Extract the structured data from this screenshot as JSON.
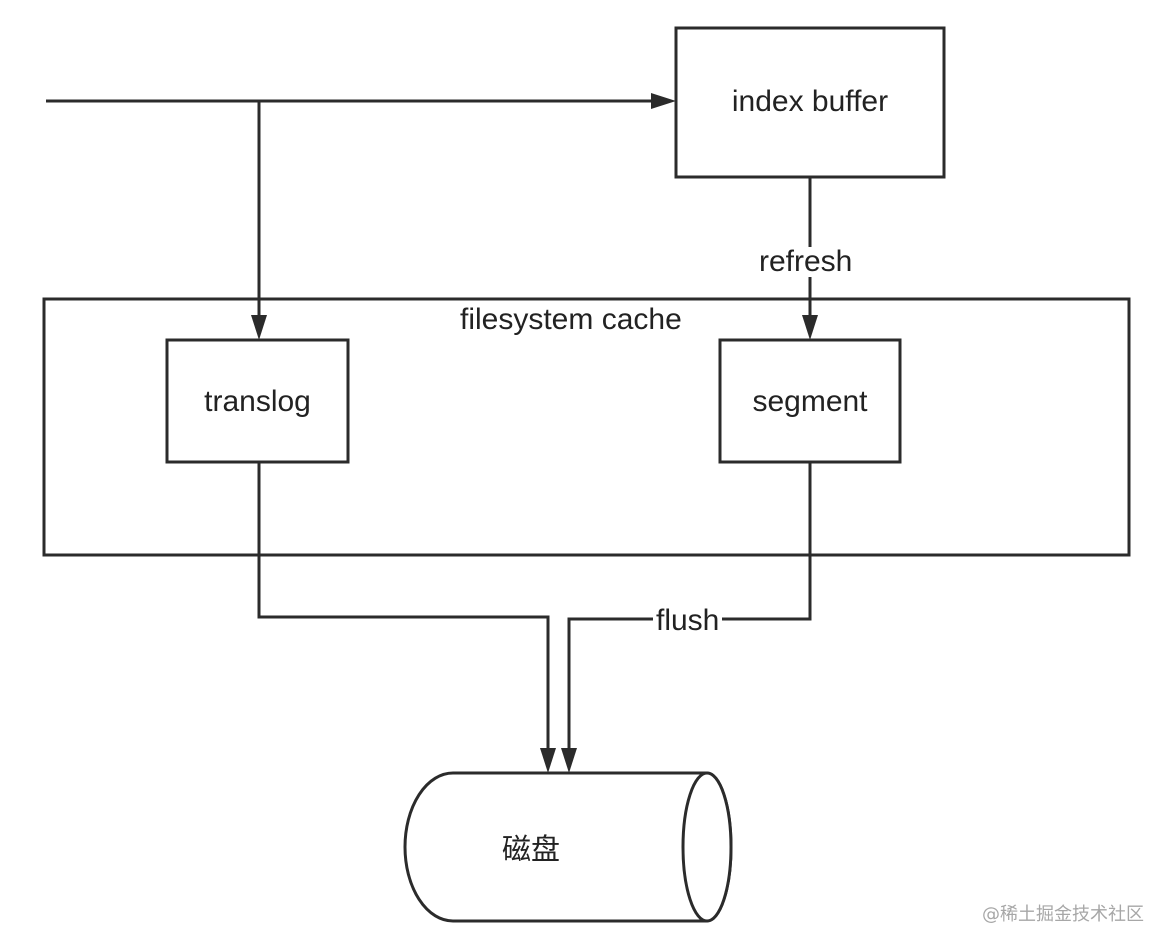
{
  "nodes": {
    "index_buffer": "index buffer",
    "filesystem_cache": "filesystem cache",
    "translog": "translog",
    "segment": "segment",
    "disk": "磁盘"
  },
  "edges": {
    "refresh": "refresh",
    "flush": "flush"
  },
  "watermark": "@稀土掘金技术社区",
  "colors": {
    "line": "#2b2b2b",
    "text": "#222222",
    "watermark": "#a7a7a7",
    "background": "#ffffff"
  }
}
